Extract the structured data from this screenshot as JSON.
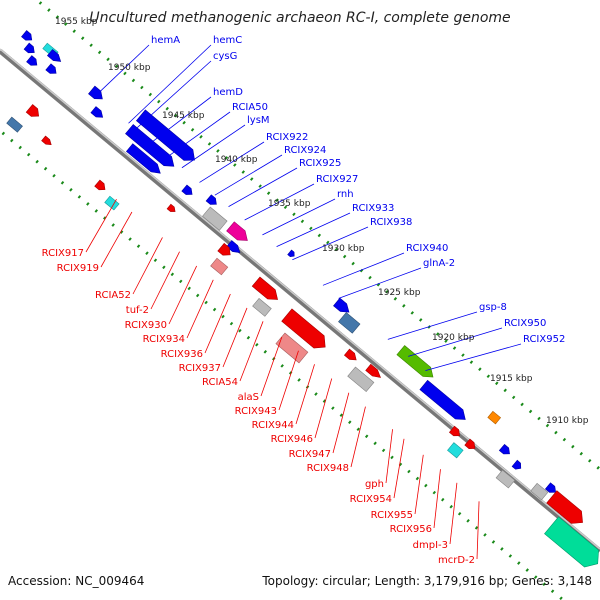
{
  "title": "Uncultured methanogenic archaeon RC-I, complete genome",
  "footer": {
    "accession": "Accession: NC_009464",
    "summary": "Topology: circular; Length: 3,179,916 bp; Genes: 3,148"
  },
  "colors": {
    "plus_strand": "#0000ee",
    "minus_strand": "#ee0000",
    "backbone": "#777777",
    "tick_dots": "#1a8a1a",
    "rrna": "#00dd99",
    "trna": "#ff8800",
    "misc_magenta": "#ee0099",
    "misc_cyan": "#22dddd",
    "misc_steel": "#4477aa",
    "misc_green": "#55bb00",
    "pseudo_gray": "#bbbbbb"
  },
  "ticks": [
    "1955 kbp",
    "1950 kbp",
    "1945 kbp",
    "1940 kbp",
    "1935 kbp",
    "1930 kbp",
    "1925 kbp",
    "1920 kbp",
    "1915 kbp",
    "1910 kbp"
  ],
  "labels_plus": [
    "hemA",
    "hemC",
    "cysG",
    "hemD",
    "RCIA50",
    "lysM",
    "RCIX922",
    "RCIX924",
    "RCIX925",
    "RCIX927",
    "rnh",
    "RCIX933",
    "RCIX938",
    "RCIX940",
    "glnA-2",
    "gsp-8",
    "RCIX950",
    "RCIX952"
  ],
  "labels_minus": [
    "RCIX917",
    "RCIX919",
    "RCIA52",
    "tuf-2",
    "RCIX930",
    "RCIX934",
    "RCIX936",
    "RCIX937",
    "RCIA54",
    "alaS",
    "RCIX943",
    "RCIX944",
    "RCIX946",
    "RCIX947",
    "RCIX948",
    "gph",
    "RCIX954",
    "RCIX955",
    "RCIX956",
    "dmpI-3",
    "mcrD-2"
  ]
}
